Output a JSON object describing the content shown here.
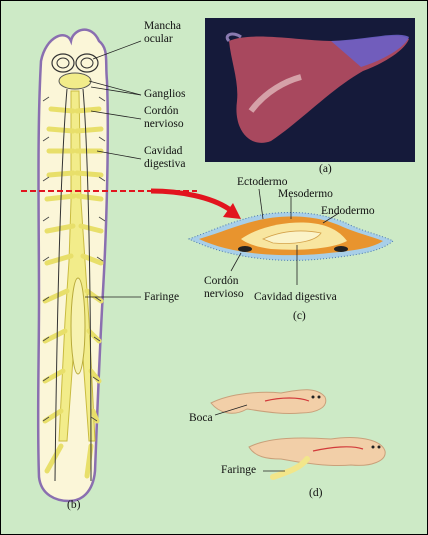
{
  "labels": {
    "mancha_ocular_1": "Mancha",
    "mancha_ocular_2": "ocular",
    "ganglios": "Ganglios",
    "cordon_1": "Cordón",
    "cordon_2": "nervioso",
    "cavidad_1": "Cavidad",
    "cavidad_2": "digestiva",
    "faringe_b": "Faringe",
    "ectodermo": "Ectodermo",
    "mesodermo": "Mesodermo",
    "endodermo": "Endodermo",
    "cordon_c_1": "Cordón",
    "cordon_c_2": "nervioso",
    "cavidad_c": "Cavidad digestiva",
    "boca": "Boca",
    "faringe_d": "Faringe"
  },
  "panels": {
    "a": "(a)",
    "b": "(b)",
    "c": "(c)",
    "d": "(d)"
  },
  "colors": {
    "background": "#cdeac6",
    "body_outline": "#8a6fb0",
    "body_fill": "#fbf6d8",
    "gut": "#f2ec8a",
    "arrow": "#e2141e",
    "photo_bg": "#151a3a"
  }
}
